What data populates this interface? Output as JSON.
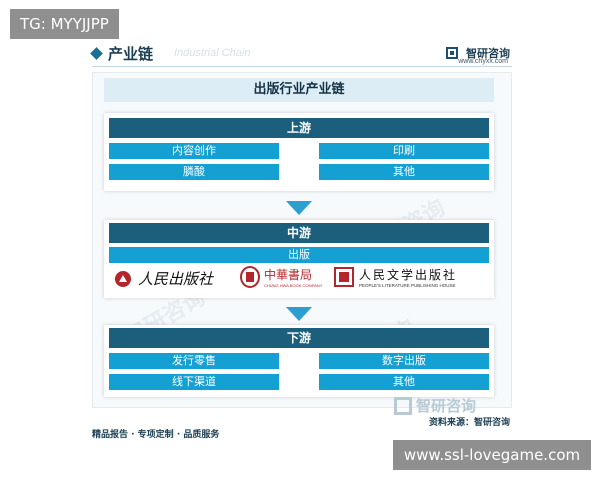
{
  "overlay_tag": "TG: MYYJJPP",
  "header": {
    "title": "产业链",
    "subtitle": "Industrial Chain",
    "brand_name": "智研咨询",
    "brand_url": "www.chyxx.com"
  },
  "diagram": {
    "title": "出版行业产业链",
    "upstream": {
      "label": "上游",
      "items": [
        "内容创作",
        "印刷",
        "膦酸",
        "其他"
      ]
    },
    "midstream": {
      "label": "中游",
      "sub_label": "出版",
      "logos": [
        {
          "name": "人民出版社",
          "icon": "people-press-seal-icon"
        },
        {
          "name": "中華書局",
          "icon": "zhonghua-book-seal-icon",
          "english": "CHUNG HWA BOOK COMPANY"
        },
        {
          "name": "人民文学出版社",
          "icon": "plw-seal-icon",
          "english": "PEOPLE'S LITERATURE PUBLISHING HOUSE"
        }
      ]
    },
    "downstream": {
      "label": "下游",
      "items": [
        "发行零售",
        "数字出版",
        "线下渠道",
        "其他"
      ]
    }
  },
  "watermark_text": "智研咨询",
  "source": "资料来源：智研咨询",
  "footer": "精品报告 · 专项定制 · 品质服务",
  "bottom_url": "www.ssl-lovegame.com",
  "colors": {
    "section_header": "#1c5f7d",
    "cell": "#14a0d3",
    "title_band": "#dcedf6",
    "logo_red": "#b3262b"
  }
}
